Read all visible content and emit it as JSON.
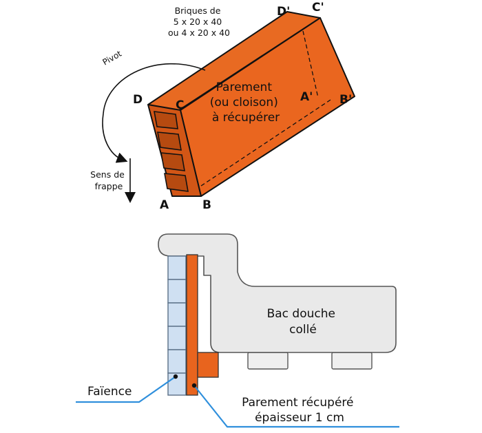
{
  "top": {
    "brick_lines": [
      "Briques de",
      "5 x 20 x 40",
      "ou 4 x 20 x 40"
    ],
    "pivot": "Pivot",
    "direction_lines": [
      "Sens de",
      "frappe"
    ],
    "panel_lines": [
      "Parement",
      "(ou cloison)",
      "à récupérer"
    ],
    "corners": {
      "d_prime": "D'",
      "c_prime": "C'",
      "a_prime": "A'",
      "b_prime": "B'",
      "d": "D",
      "c": "C",
      "a": "A",
      "b": "B"
    }
  },
  "bottom": {
    "tray_lines": [
      "Bac douche",
      "collé"
    ],
    "tile_label": "Faïence",
    "facing_lines": [
      "Parement récupéré",
      "épaisseur 1 cm"
    ]
  },
  "colors": {
    "brick_orange": "#e8641e",
    "brick_dark": "#b8470e",
    "tile_blue": "#cfe0f2",
    "tray_grey": "#e9e9e9",
    "callout_blue": "#2f8fdc"
  }
}
